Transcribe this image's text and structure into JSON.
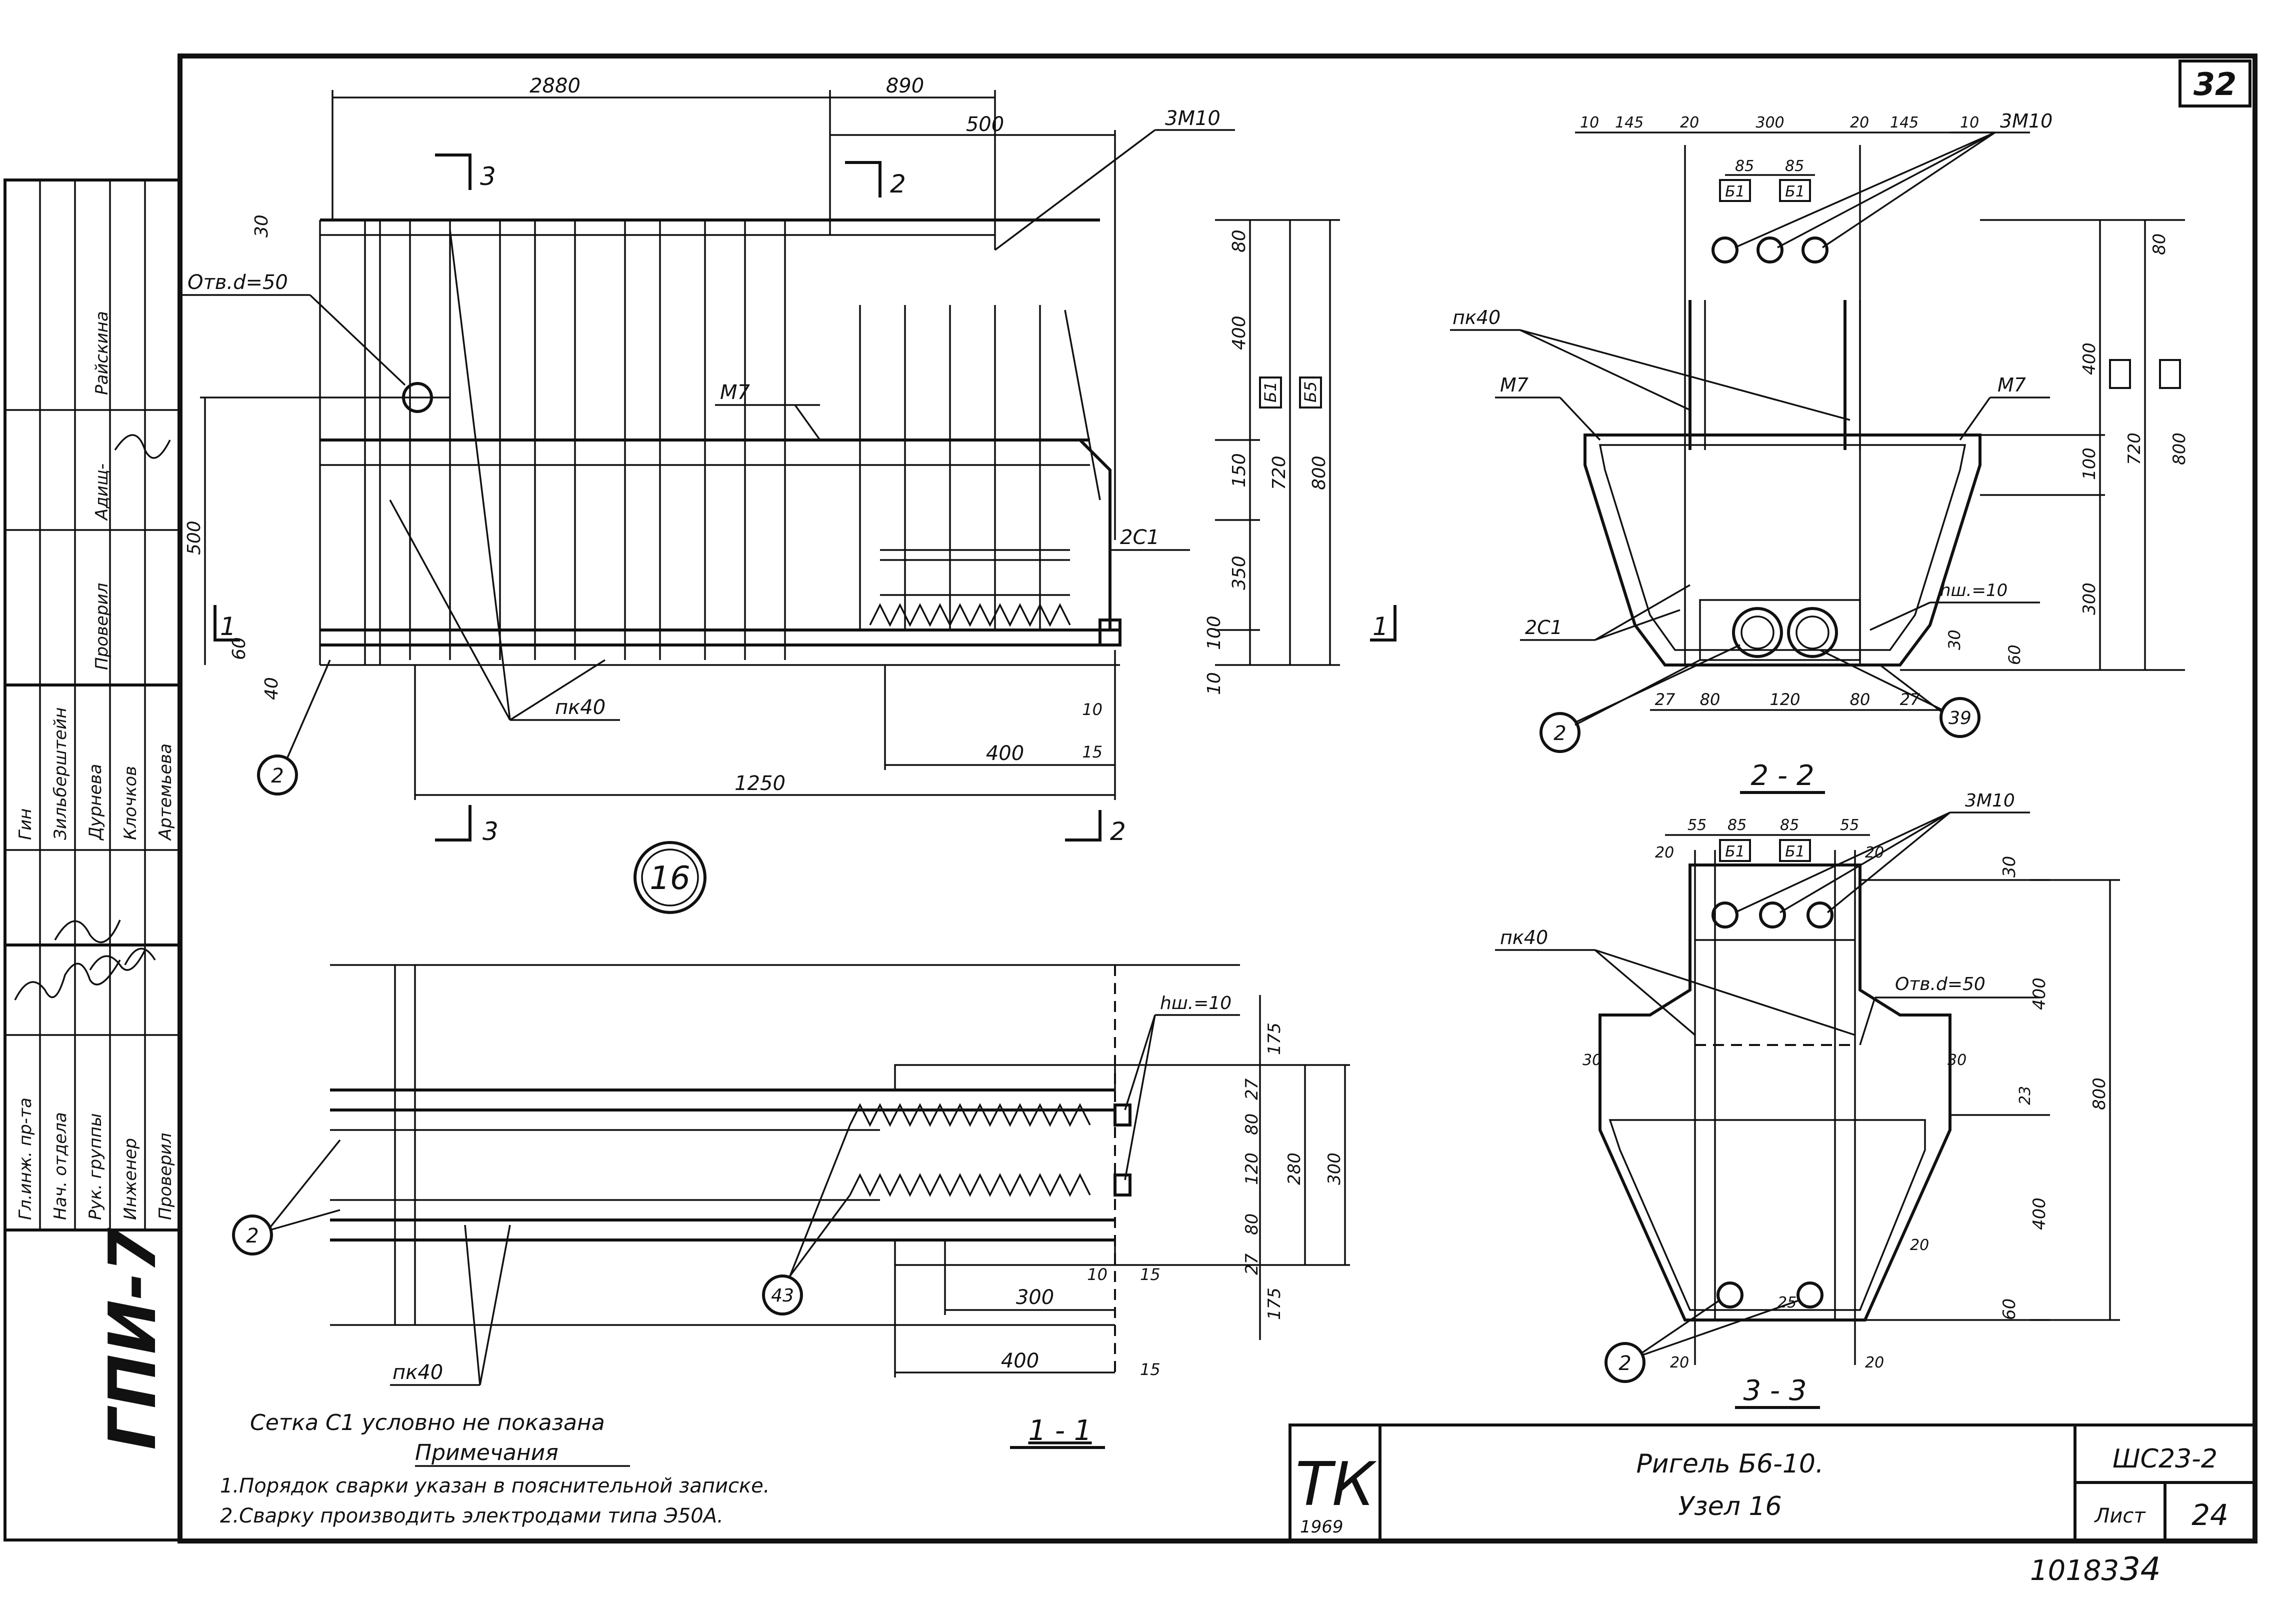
{
  "sheet": {
    "sheet_no_corner": "32",
    "org": "ГПИ-7",
    "archive_no": "10183",
    "page_no": "34"
  },
  "side_stamp": {
    "rows": [
      {
        "role": "Гл.инж. пр-та",
        "name": "Гин"
      },
      {
        "role": "Нач. отдела",
        "name": "Зильберштейн"
      },
      {
        "role": "Рук. группы",
        "name": "Дурнева"
      },
      {
        "role": "Инженер",
        "name": "Клочков"
      },
      {
        "role": "Проверил",
        "name": "Артемьева"
      }
    ],
    "top_roles": [
      "Проверил",
      "Адищ-",
      "Райскина"
    ]
  },
  "title_block": {
    "logo": "ТК",
    "year": "1969",
    "title_line1": "Ригель Б6-10.",
    "title_line2": "Узел 16",
    "code": "ШС23-2",
    "sheet_label": "Лист",
    "sheet_value": "24"
  },
  "notes": {
    "mesh_note": "Сетка С1 условно не показана",
    "heading": "Примечания",
    "items": [
      "1.Порядок сварки указан в пояснительной записке.",
      "2.Сварку производить электродами типа Э50А."
    ]
  },
  "node_label": "16",
  "main_view": {
    "dims_top": [
      "2880",
      "890",
      "500"
    ],
    "dims_bottom": [
      "1250",
      "400",
      "15",
      "10"
    ],
    "dims_right": [
      "80",
      "400",
      "150",
      "350",
      "100",
      "10",
      "720",
      "800"
    ],
    "dims_left": [
      "30",
      "500",
      "60",
      "40"
    ],
    "badges": [
      "Б1",
      "Б5"
    ],
    "labels": {
      "m10": "3М10",
      "hole": "Отв.d=50",
      "m7": "М7",
      "c1": "2С1",
      "pk": "пк40",
      "pos2": "2"
    },
    "sections": [
      "3",
      "2",
      "1",
      "1",
      "3",
      "2"
    ]
  },
  "sec22": {
    "caption": "2 - 2",
    "dims_top": [
      "10",
      "145",
      "20",
      "300",
      "20",
      "145",
      "10"
    ],
    "dims_inner": [
      "85",
      "85"
    ],
    "badges": [
      "Б1",
      "Б1"
    ],
    "dims_right": [
      "80",
      "400",
      "100",
      "300",
      "720",
      "800"
    ],
    "dims_bottom": [
      "27",
      "80",
      "120",
      "80",
      "27"
    ],
    "dims_misc": [
      "30",
      "60"
    ],
    "labels": {
      "m10": "3М10",
      "pk": "пк40",
      "m7": "М7",
      "c1": "2С1",
      "hw": "hш.=10",
      "pos2": "2",
      "pos39": "39"
    }
  },
  "sec33": {
    "caption": "3 - 3",
    "dims_top": [
      "20",
      "55",
      "85",
      "85",
      "55",
      "20"
    ],
    "badges": [
      "Б1",
      "Б1"
    ],
    "dims_right": [
      "30",
      "400",
      "400",
      "800",
      "60"
    ],
    "dims_misc": [
      "30",
      "30",
      "23",
      "25",
      "20",
      "20",
      "20"
    ],
    "labels": {
      "m10": "3М10",
      "pk": "пк40",
      "hole": "Отв.d=50",
      "pos2": "2"
    }
  },
  "sec11": {
    "caption": "1 - 1",
    "dims_right": [
      "175",
      "27",
      "80",
      "120",
      "80",
      "27",
      "175",
      "280",
      "300"
    ],
    "dims_bottom": [
      "300",
      "400",
      "10",
      "15",
      "15"
    ],
    "labels": {
      "hw": "hш.=10",
      "pos2": "2",
      "pos43": "43",
      "pk": "пк40"
    }
  }
}
